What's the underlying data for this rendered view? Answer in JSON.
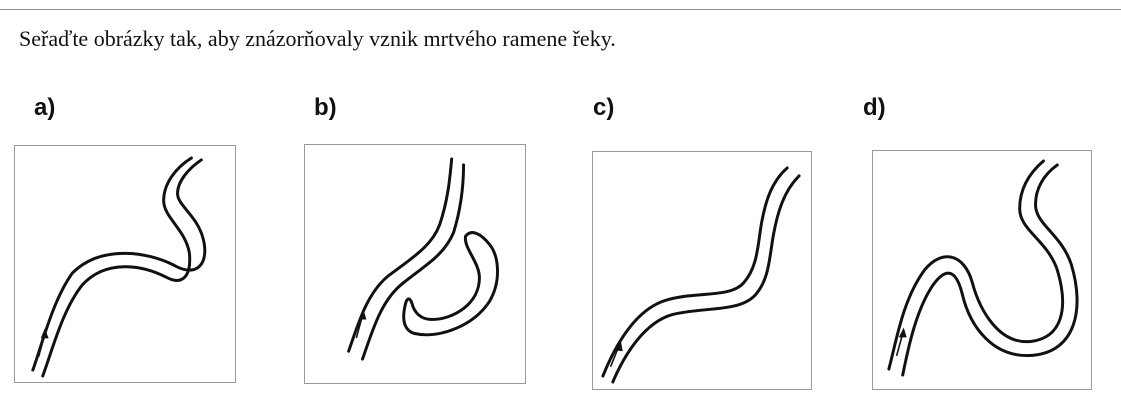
{
  "task": {
    "instruction": "Seřaďte obrázky tak, aby znázorňovaly vznik mrtvého ramene řeky."
  },
  "options": [
    {
      "label": "a)",
      "figure": "meander-tight-loop"
    },
    {
      "label": "b)",
      "figure": "oxbow-lake-cut-off"
    },
    {
      "label": "c)",
      "figure": "gentle-meander"
    },
    {
      "label": "d)",
      "figure": "meander-neck-narrowing"
    }
  ]
}
